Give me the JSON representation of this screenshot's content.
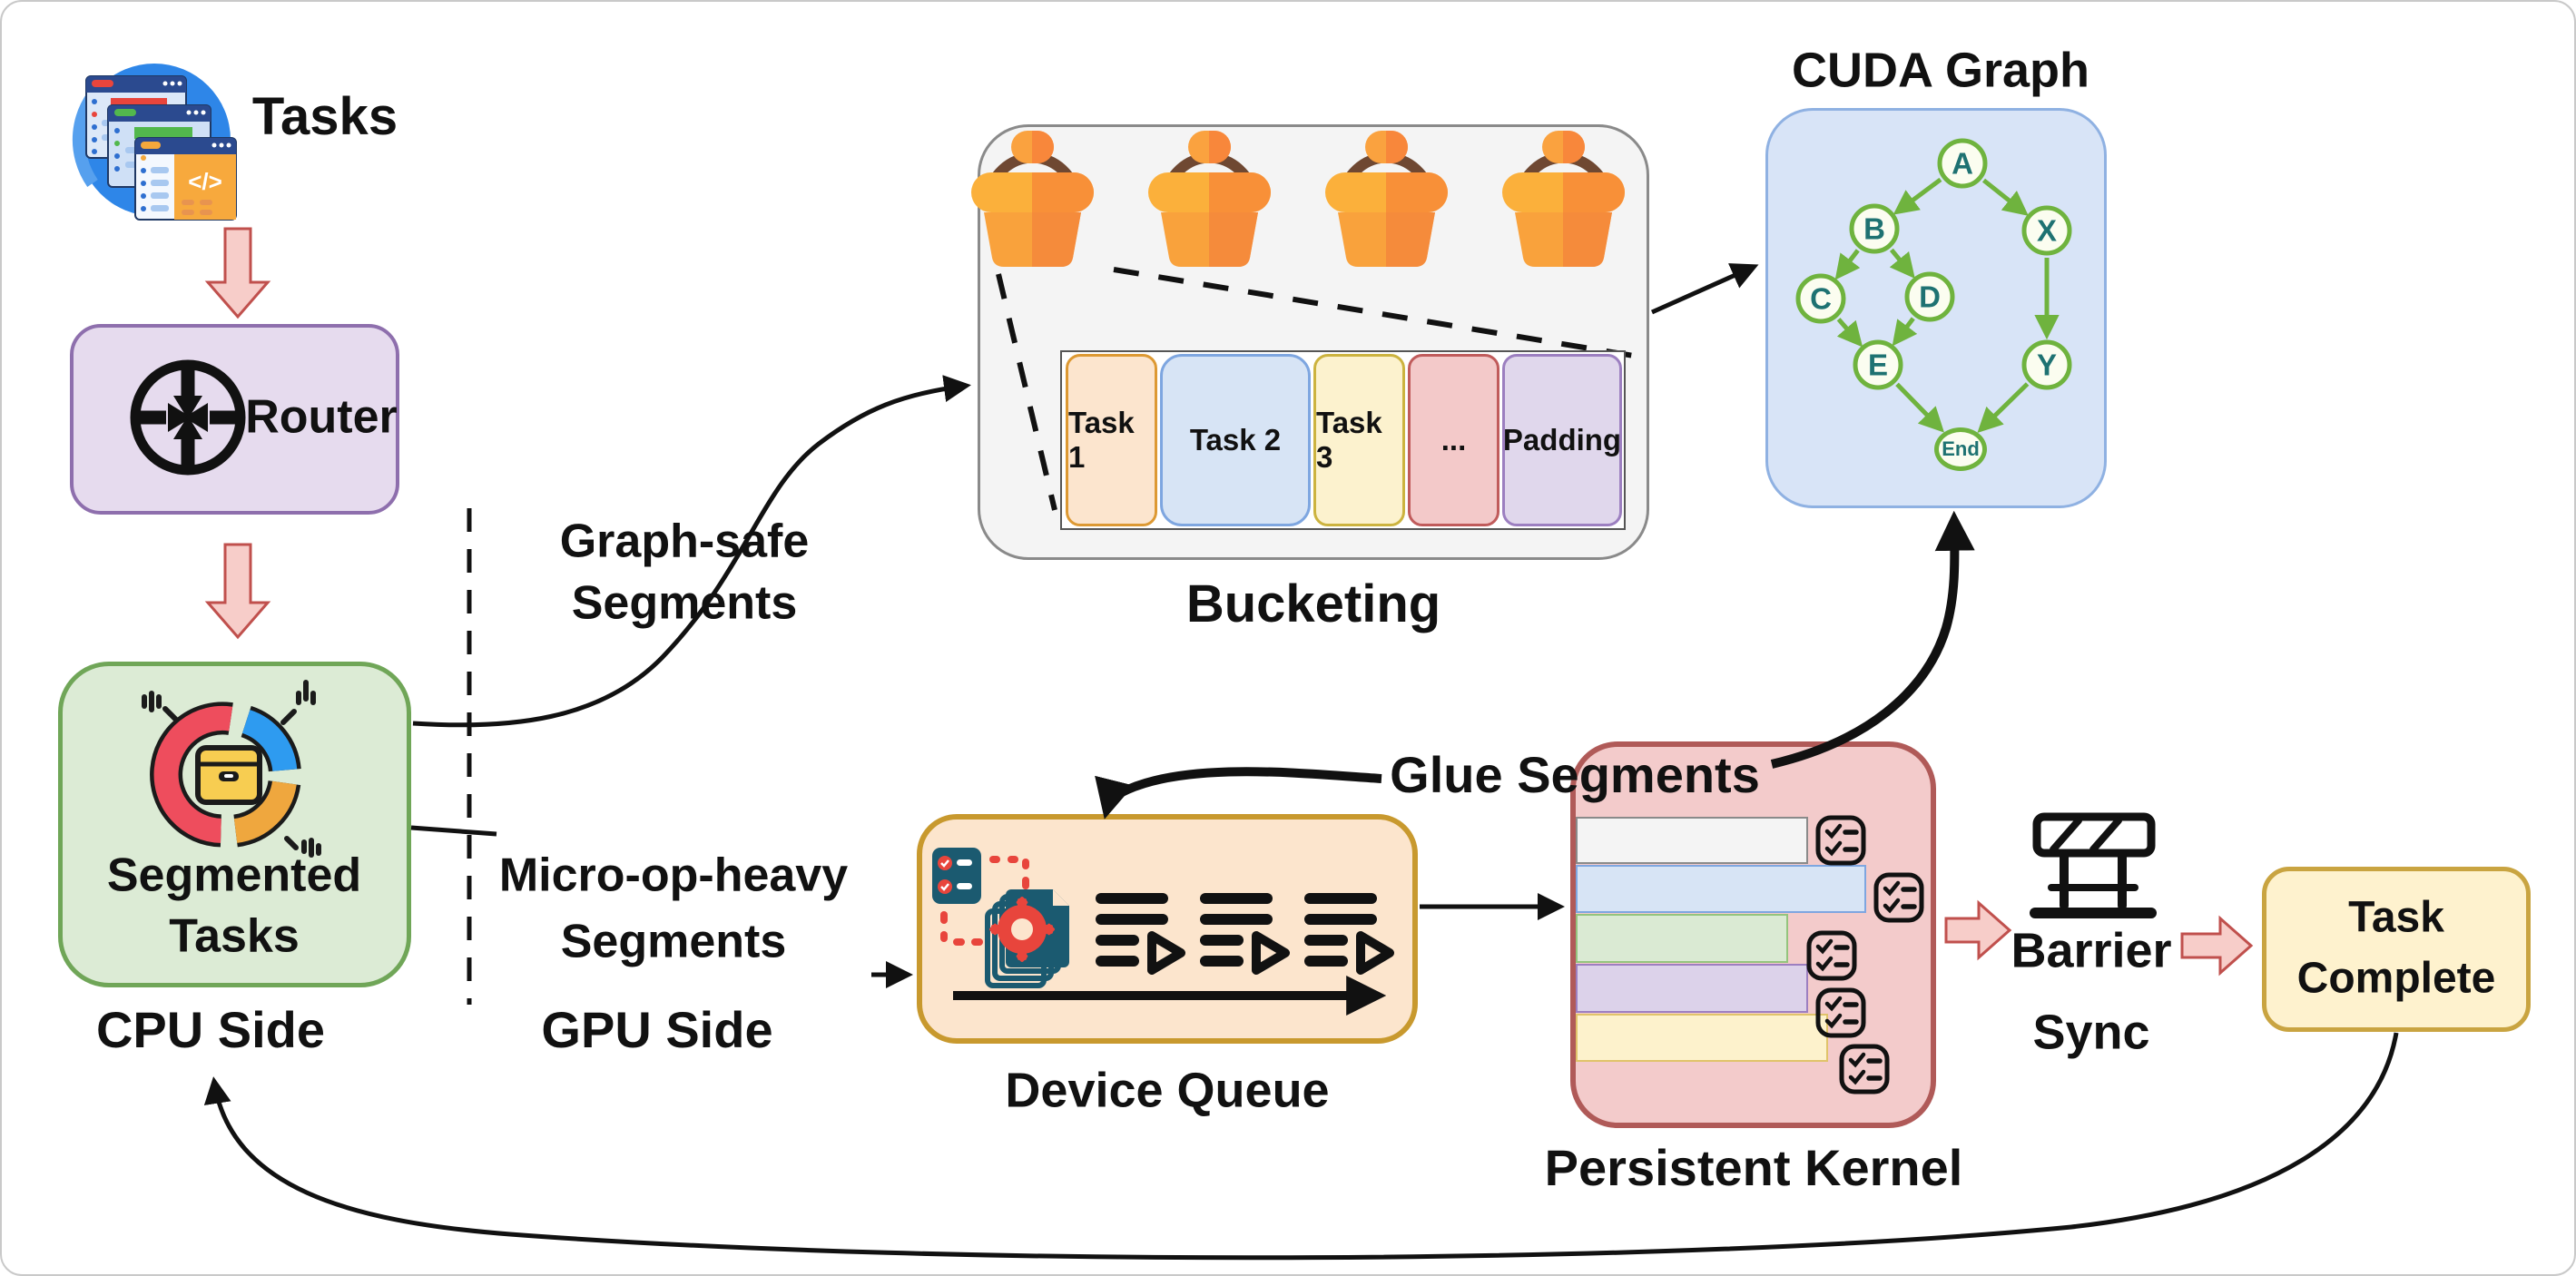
{
  "tasks": {
    "label": "Tasks"
  },
  "router": {
    "label": "Router"
  },
  "segmented": {
    "line1": "Segmented",
    "line2": "Tasks"
  },
  "sides": {
    "cpu": "CPU Side",
    "gpu": "GPU Side"
  },
  "flows": {
    "graph_safe_line1": "Graph-safe",
    "graph_safe_line2": "Segments",
    "micro_line1": "Micro-op-heavy",
    "micro_line2": "Segments",
    "glue": "Glue Segments"
  },
  "bucketing": {
    "label": "Bucketing",
    "bucket_count": 4,
    "cells": [
      {
        "label": "Task 1",
        "fill": "#FCE5CE",
        "stroke": "#DD9933"
      },
      {
        "label": "Task 2",
        "fill": "#D7E4F5",
        "stroke": "#7EA6E0"
      },
      {
        "label": "Task 3",
        "fill": "#FCF2CE",
        "stroke": "#CCB33F"
      },
      {
        "label": "...",
        "fill": "#F3C9C9",
        "stroke": "#C05B5B"
      },
      {
        "label": "Padding",
        "fill": "#E0D7EC",
        "stroke": "#9C7FC0"
      }
    ]
  },
  "cuda": {
    "title": "CUDA Graph",
    "nodes": [
      {
        "id": "A",
        "label": "A"
      },
      {
        "id": "B",
        "label": "B"
      },
      {
        "id": "X",
        "label": "X"
      },
      {
        "id": "C",
        "label": "C"
      },
      {
        "id": "D",
        "label": "D"
      },
      {
        "id": "E",
        "label": "E"
      },
      {
        "id": "Y",
        "label": "Y"
      },
      {
        "id": "End",
        "label": "End"
      }
    ],
    "edges": [
      "A→B",
      "A→X",
      "B→C",
      "B→D",
      "C→E",
      "D→E",
      "X→Y",
      "E→End",
      "Y→End"
    ],
    "node_fill": "#FBFDF0",
    "node_stroke": "#6FB33E",
    "edge_color": "#6FB33E",
    "box_fill": "#D8E4F7"
  },
  "device_queue": {
    "label": "Device Queue",
    "fill": "#FCE5CD",
    "stroke": "#C8992E"
  },
  "persistent_kernel": {
    "label": "Persistent Kernel",
    "fill": "#F3CBCB",
    "stroke": "#B05A58",
    "bar_fills": [
      "#F4F4F4",
      "#D7E4F5",
      "#DAEAD3",
      "#DCD2EA",
      "#FDF2CC"
    ],
    "bar_strokes": [
      "#8A8A8A",
      "#7EA6E0",
      "#93C47D",
      "#9C7FC0",
      "#E0C36A"
    ]
  },
  "barrier": {
    "line1": "Barrier",
    "line2": "Sync"
  },
  "task_complete": {
    "line1": "Task",
    "line2": "Complete",
    "fill": "#FEF2CE",
    "stroke": "#C9A441"
  },
  "colors": {
    "pink_arrow_fill": "#F7CDC9",
    "pink_arrow_stroke": "#C0504D",
    "router_fill": "#E6DBEE",
    "router_stroke": "#8E6FAD",
    "segmented_fill": "#DCEBD5",
    "segmented_stroke": "#70A658",
    "bucketing_fill": "#F4F4F4",
    "bucket_orange": "#F89038",
    "bucket_handle": "#6F4832",
    "connector": "#111111",
    "icon_teal": "#1B5A70",
    "icon_red": "#E8453C",
    "donut_red": "#EE4D5D",
    "donut_blue": "#2E9BF0",
    "donut_orange": "#EFA73E",
    "donut_box": "#F7CD51",
    "tasks_circle_blue": "#2E86E8"
  }
}
